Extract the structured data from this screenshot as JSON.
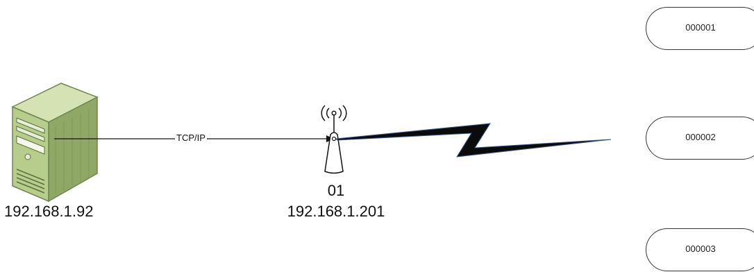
{
  "server": {
    "ip": "192.168.1.92",
    "icon": "server-tower-icon"
  },
  "link": {
    "label": "TCP/IP"
  },
  "access_point": {
    "id": "01",
    "ip": "192.168.1.201",
    "icon": "wireless-access-point-icon"
  },
  "wireless_link": {
    "icon": "lightning-bolt-icon",
    "color": "#0b0b0b",
    "accent": "#3b5a8a"
  },
  "nodes": [
    {
      "label": "000001"
    },
    {
      "label": "000002"
    },
    {
      "label": "000003"
    }
  ],
  "colors": {
    "server_front": "#b7cd8c",
    "server_side": "#8fa866",
    "server_top": "#d5e3b4",
    "line": "#111111"
  }
}
